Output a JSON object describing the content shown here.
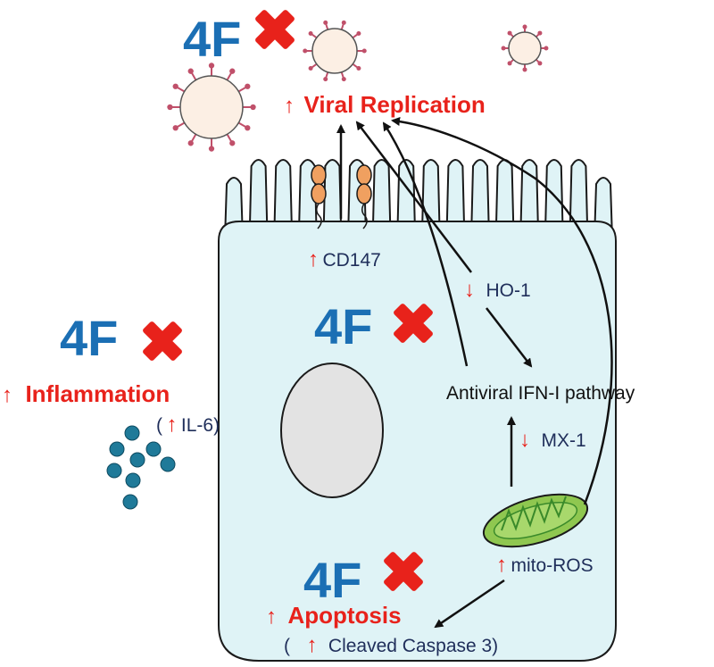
{
  "colors": {
    "cell_fill": "#dff3f6",
    "cell_stroke": "#1a1a1a",
    "drug_text": "#1b6fb4",
    "cross": "#e8221b",
    "up_down_red": "#e8221b",
    "label_navy": "#1f2e5a",
    "virus_body": "#fcefe4",
    "virus_spike": "#c0506a",
    "receptor": "#f0a060",
    "nucleus": "#e3e3e3",
    "mito_outer": "#8fc750",
    "mito_inner": "#3a8a2a",
    "il6_dot": "#1f7a99"
  },
  "drug_label": "4F",
  "viral_replication": {
    "arrow": "↑",
    "text": "Viral Replication"
  },
  "inflammation": {
    "arrow": "↑",
    "text": "Inflammation",
    "paren_open": "(",
    "marker_arrow": "↑",
    "marker": "IL-6)"
  },
  "cd147": {
    "arrow": "↑",
    "text": "CD147"
  },
  "ho1": {
    "arrow": "↓",
    "text": "HO-1"
  },
  "ifn_pathway": "Antiviral IFN-I pathway",
  "mx1": {
    "arrow": "↓",
    "text": "MX-1"
  },
  "mito_ros": {
    "arrow": "↑",
    "text": "mito-ROS"
  },
  "apoptosis": {
    "arrow": "↑",
    "text": "Apoptosis",
    "paren_open": "(",
    "marker_arrow": "↑",
    "marker": "Cleaved Caspase 3)"
  }
}
